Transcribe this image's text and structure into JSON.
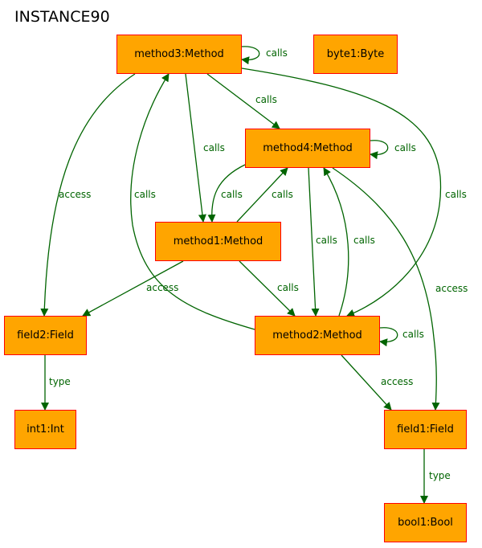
{
  "title": "INSTANCE90",
  "colors": {
    "node_fill": "#ffa500",
    "node_border": "#ff0000",
    "edge": "#006400"
  },
  "nodes": {
    "method3": "method3:Method",
    "byte1": "byte1:Byte",
    "method4": "method4:Method",
    "method1": "method1:Method",
    "field2": "field2:Field",
    "method2": "method2:Method",
    "int1": "int1:Int",
    "field1": "field1:Field",
    "bool1": "bool1:Bool"
  },
  "edges": [
    {
      "id": "m3-self",
      "from": "method3",
      "to": "method3",
      "label": "calls"
    },
    {
      "id": "m3-m4",
      "from": "method3",
      "to": "method4",
      "label": "calls"
    },
    {
      "id": "m3-m1",
      "from": "method3",
      "to": "method1",
      "label": "calls"
    },
    {
      "id": "m3-f2",
      "from": "method3",
      "to": "field2",
      "label": "access"
    },
    {
      "id": "m2-m3",
      "from": "method2",
      "to": "method3",
      "label": "calls"
    },
    {
      "id": "m3-m2",
      "from": "method3",
      "to": "method2",
      "label": "calls"
    },
    {
      "id": "m4-self",
      "from": "method4",
      "to": "method4",
      "label": "calls"
    },
    {
      "id": "m4-m1",
      "from": "method4",
      "to": "method1",
      "label": "calls"
    },
    {
      "id": "m1-m4",
      "from": "method1",
      "to": "method4",
      "label": "calls"
    },
    {
      "id": "m4-m2",
      "from": "method4",
      "to": "method2",
      "label": "calls"
    },
    {
      "id": "m2-m4",
      "from": "method2",
      "to": "method4",
      "label": "calls"
    },
    {
      "id": "m4-f1",
      "from": "method4",
      "to": "field1",
      "label": "access"
    },
    {
      "id": "m1-f2",
      "from": "method1",
      "to": "field2",
      "label": "access"
    },
    {
      "id": "m1-m2",
      "from": "method1",
      "to": "method2",
      "label": "calls"
    },
    {
      "id": "m2-self",
      "from": "method2",
      "to": "method2",
      "label": "calls"
    },
    {
      "id": "m2-f1",
      "from": "method2",
      "to": "field1",
      "label": "access"
    },
    {
      "id": "f2-i1",
      "from": "field2",
      "to": "int1",
      "label": "type"
    },
    {
      "id": "f1-b1",
      "from": "field1",
      "to": "bool1",
      "label": "type"
    }
  ]
}
